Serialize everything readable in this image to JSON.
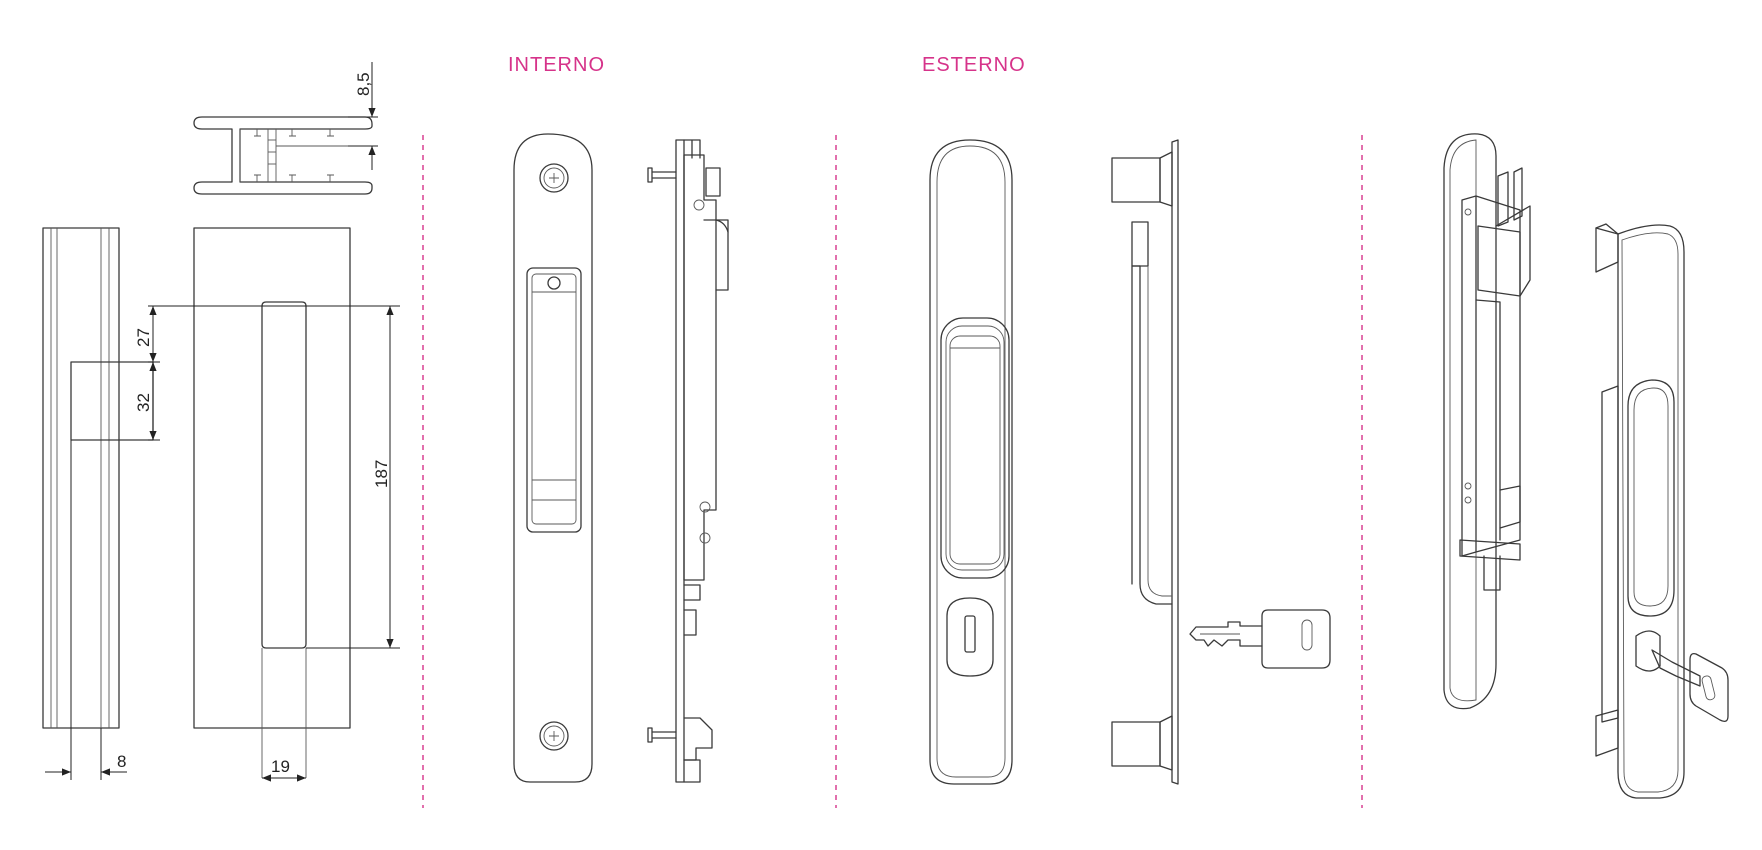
{
  "labels": {
    "interno": "INTERNO",
    "esterno": "ESTERNO"
  },
  "dimensions": {
    "d1": "8,5",
    "d2": "27",
    "d3": "32",
    "d4": "187",
    "d5": "8",
    "d6": "19"
  },
  "colors": {
    "accent": "#d6338a",
    "line": "#3a3a3a"
  }
}
